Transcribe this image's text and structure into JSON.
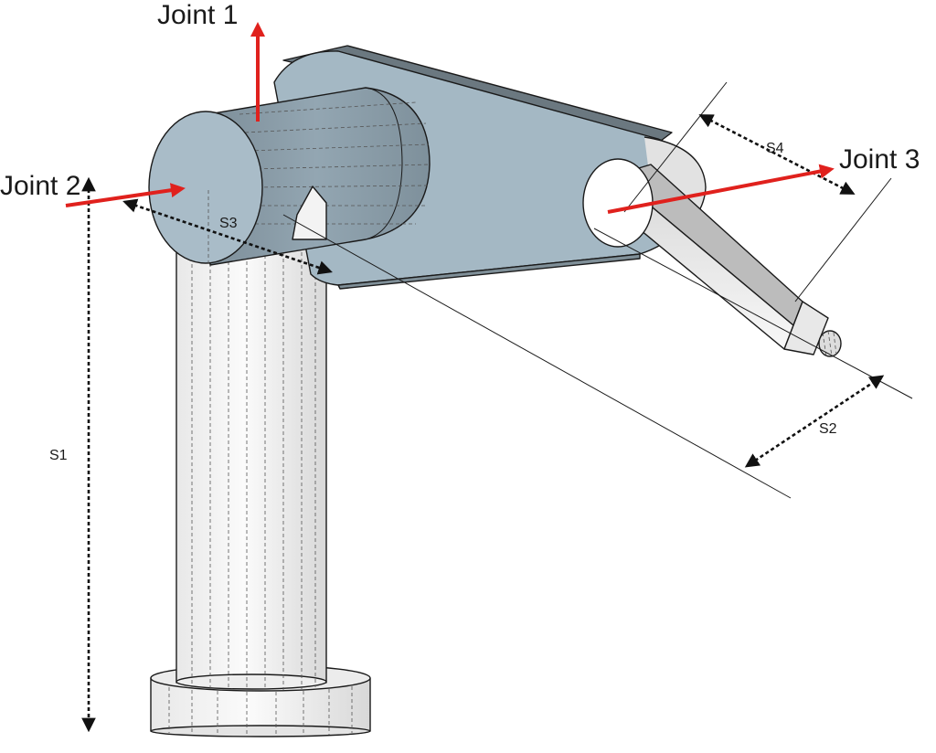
{
  "colors": {
    "axis_red": "#e0211d",
    "link_blue": "#a4b8c4",
    "cylinder_white": "#f4f4f4",
    "outline": "#1a1a1a"
  },
  "labels": {
    "joint1": "Joint 1",
    "joint2": "Joint 2",
    "joint3": "Joint 3",
    "s1": "S1",
    "s2": "S2",
    "s3": "S3",
    "s4": "S4"
  }
}
